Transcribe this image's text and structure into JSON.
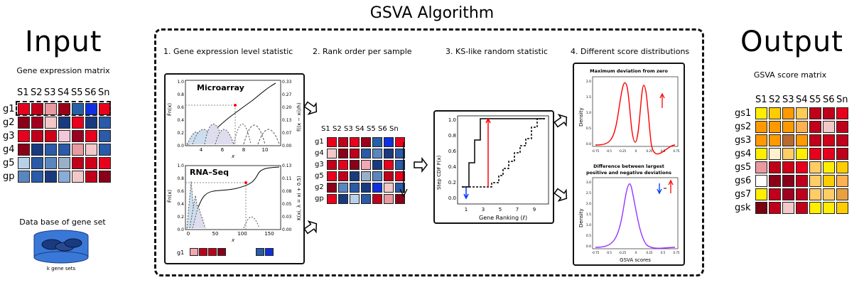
{
  "title": "GSVA Algorithm",
  "input": {
    "heading": "Input",
    "matrix_label": "Gene expression matrix",
    "columns": [
      "S1",
      "S2",
      "S3",
      "S4",
      "S5",
      "S6",
      "Sn"
    ],
    "rows": [
      "g1",
      "g2",
      "g3",
      "g4",
      "g5",
      "gp"
    ],
    "colors": [
      [
        "#e8001c",
        "#c0001a",
        "#e89aa0",
        "#9a0018",
        "#2560a8",
        "#1030e0",
        "#e8001c"
      ],
      [
        "#8a0018",
        "#a00020",
        "#f2c8c8",
        "#1a3a80",
        "#e8001c",
        "#1a3a80",
        "#2a5aa8"
      ],
      [
        "#e8001c",
        "#c0001a",
        "#d00018",
        "#f2c8d8",
        "#9a0020",
        "#e8001c",
        "#2a5aa8"
      ],
      [
        "#8a0018",
        "#1a3a80",
        "#2a5aa8",
        "#2a5aa8",
        "#e89aa0",
        "#f2c8c8",
        "#2a5aa8"
      ],
      [
        "#b8d0ea",
        "#2a5aa8",
        "#5a86c0",
        "#9ab0c8",
        "#c0001a",
        "#d00018",
        "#e8001c"
      ],
      [
        "#5a86c0",
        "#2a5aa8",
        "#1a3a80",
        "#8aacd8",
        "#f2c8c8",
        "#c0001a",
        "#8a0018"
      ]
    ],
    "db_label": "Data base of gene set",
    "db_caption": "k gene sets"
  },
  "steps": {
    "s1": "1. Gene expression level statistic",
    "s2": "2. Rank order per sample",
    "s3": "3. KS-like random statistic",
    "s4": "4. Different score distributions"
  },
  "panel1": {
    "top_title": "Microarray",
    "bottom_title": "RNA–Seq",
    "top_yticks": [
      "0.0",
      "0.2",
      "0.4",
      "0.6",
      "0.8",
      "1.0"
    ],
    "top_y2ticks": [
      "0.00",
      "0.07",
      "0.13",
      "0.20",
      "0.27",
      "0.33"
    ],
    "top_xticks": [
      "4",
      "6",
      "8",
      "10"
    ],
    "bottom_yticks": [
      "0.0",
      "0.2",
      "0.4",
      "0.6",
      "0.8",
      "1.0"
    ],
    "bottom_y2ticks": [
      "0.00",
      "0.03",
      "0.05",
      "0.08",
      "0.11",
      "0.13"
    ],
    "bottom_xticks": [
      "0",
      "50",
      "100",
      "150"
    ],
    "xlabel": "x",
    "top_ylabel": "F̂n(x)",
    "top_y2label": "f((x − xi)/h)",
    "bottom_ylabel": "F̂n(x)",
    "bottom_y2label": "K(xi, λ = xi + 0.5)",
    "g1_label": "g1",
    "g1_colors": [
      "#f2a8b0",
      "#c0001a",
      "#c0001a",
      "#8a0018",
      "#2a5aa8",
      "#1030e0"
    ]
  },
  "panel2": {
    "columns": [
      "S1",
      "S2",
      "S3",
      "S4",
      "S5",
      "S6",
      "Sn"
    ],
    "rows": [
      "g1",
      "g4",
      "g3",
      "g5",
      "g2",
      "gp"
    ],
    "colors": [
      [
        "#e8001c",
        "#c0001a",
        "#e8001c",
        "#9a0018",
        "#2560a8",
        "#1030e0",
        "#e8001c"
      ],
      [
        "#f2c8c8",
        "#8a0018",
        "#c0001a",
        "#2a5aa8",
        "#5a86c0",
        "#1a3a80",
        "#2a5aa8"
      ],
      [
        "#c0001a",
        "#e8001c",
        "#8a0018",
        "#f2a8b0",
        "#1a3a80",
        "#e8001c",
        "#2a5aa8"
      ],
      [
        "#e8001c",
        "#c0001a",
        "#1a3a80",
        "#9ab0c8",
        "#5a86c0",
        "#c0001a",
        "#e8001c"
      ],
      [
        "#8a0018",
        "#5a86c0",
        "#2a5aa8",
        "#1a3a80",
        "#1030e0",
        "#f2c8c8",
        "#2a5aa8"
      ],
      [
        "#e8001c",
        "#1a3a80",
        "#b8d0ea",
        "#2a5aa8",
        "#c0001a",
        "#e89aa0",
        "#8a0018"
      ]
    ]
  },
  "panel3": {
    "ylabel": "Step CDF F(x)",
    "xlabel": "Gene Ranking (ℓ)",
    "yticks": [
      "0.0",
      "0.2",
      "0.4",
      "0.6",
      "0.8",
      "1.0"
    ],
    "xticks": [
      "1",
      "3",
      "5",
      "7",
      "9"
    ]
  },
  "panel4": {
    "top_title": "Maximum deviation from zero",
    "bottom_title_1": "Difference between largest",
    "bottom_title_2": "positive and negative deviations",
    "ylabel": "Density",
    "xlabel": "GSVA scores",
    "xticks": [
      "-0.75",
      "-0.5",
      "-0.25",
      "0",
      "0.25",
      "0.5",
      "0.75"
    ],
    "top_yticks": [
      "0.0",
      "0.5",
      "1.0",
      "1.5",
      "2.0"
    ],
    "bottom_yticks": [
      "0.0",
      "0.5",
      "1.0",
      "1.5",
      "2.0",
      "2.5",
      "3.0"
    ]
  },
  "output": {
    "heading": "Output",
    "matrix_label": "GSVA score matrix",
    "columns": [
      "S1",
      "S2",
      "S3",
      "S4",
      "S5",
      "S6",
      "Sn"
    ],
    "rows": [
      "gs1",
      "gs2",
      "gs3",
      "gs4",
      "gs5",
      "gs6",
      "gs7",
      "gsk"
    ],
    "colors": [
      [
        "#ffee00",
        "#ffcc00",
        "#ff9900",
        "#ffcc55",
        "#c0001a",
        "#c0001a",
        "#e8001c"
      ],
      [
        "#ff9900",
        "#ff9900",
        "#ff9900",
        "#ffb050",
        "#c0001a",
        "#f2c8c8",
        "#c0001a"
      ],
      [
        "#ff9900",
        "#ff9900",
        "#b86a30",
        "#ff9900",
        "#c0001a",
        "#d00018",
        "#c0001a"
      ],
      [
        "#ffee00",
        "#fff0d0",
        "#ffcc66",
        "#ffee00",
        "#e8001c",
        "#e8001c",
        "#c0001a"
      ],
      [
        "#e89aa0",
        "#c0001a",
        "#d00018",
        "#e8001c",
        "#ffcc66",
        "#ffee00",
        "#ffcc00"
      ],
      [
        "#fff",
        "#8a0018",
        "#8a0018",
        "#c0001a",
        "#ffcc66",
        "#ffcc00",
        "#ffb050"
      ],
      [
        "#ffee00",
        "#c0001a",
        "#a00020",
        "#c0001a",
        "#ffcc66",
        "#ffcc66",
        "#e8a040"
      ],
      [
        "#7a0010",
        "#c0001a",
        "#f2c8c8",
        "#c0001a",
        "#ffee00",
        "#ffee00",
        "#ffcc00"
      ]
    ]
  },
  "colors": {
    "red_arrow": "#ff0000",
    "blue_arrow": "#0033ff",
    "purple_curve": "#9933ff"
  }
}
